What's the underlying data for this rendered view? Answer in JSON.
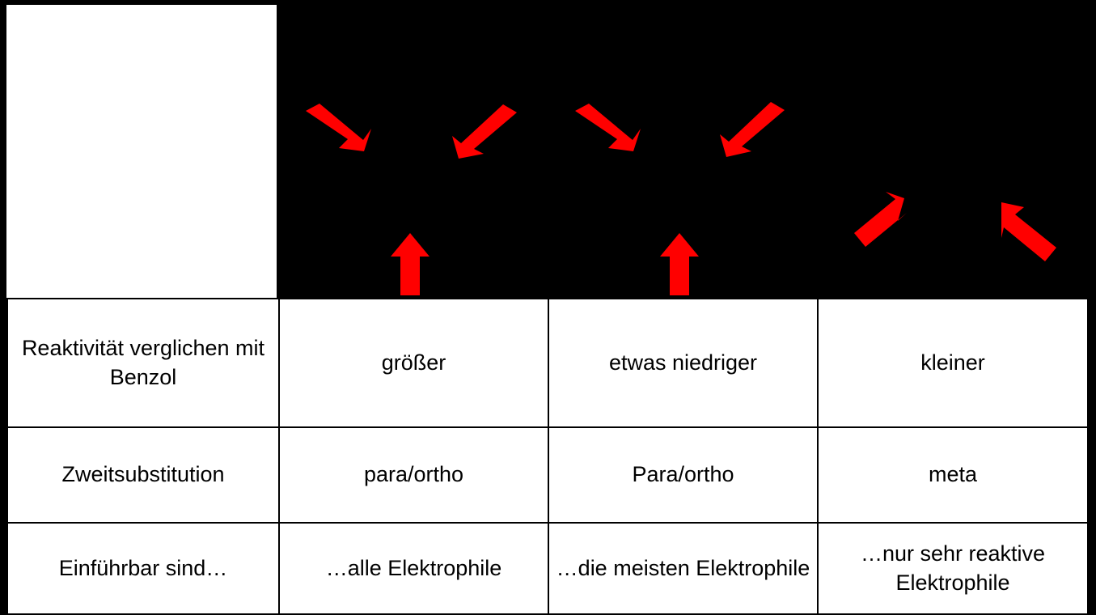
{
  "slide": {
    "background_color": "#000000",
    "accent_color": "#FF0000",
    "table_background": "#FFFFFF",
    "table_border_color": "#000000"
  },
  "diagram": {
    "name": "substituent-effect-arrows",
    "arrows": [
      {
        "id": "arrow-1",
        "direction": "down-right",
        "group": "activating-ortho-para"
      },
      {
        "id": "arrow-2",
        "direction": "down-left",
        "group": "activating-ortho-para"
      },
      {
        "id": "arrow-3",
        "direction": "down-right",
        "group": "weakly-deactivating-ortho-para"
      },
      {
        "id": "arrow-4",
        "direction": "down-left",
        "group": "weakly-deactivating-ortho-para"
      },
      {
        "id": "arrow-5",
        "direction": "up",
        "group": "activating-ortho-para"
      },
      {
        "id": "arrow-6",
        "direction": "up",
        "group": "weakly-deactivating-ortho-para"
      },
      {
        "id": "arrow-7",
        "direction": "up-right",
        "group": "deactivating-meta"
      },
      {
        "id": "arrow-8",
        "direction": "up-left",
        "group": "deactivating-meta"
      }
    ]
  },
  "table": {
    "rows": [
      {
        "label": "Reaktivität verglichen mit Benzol",
        "cells": [
          "größer",
          "etwas niedriger",
          "kleiner"
        ]
      },
      {
        "label": "Zweitsubstitution",
        "cells": [
          "para/ortho",
          "Para/ortho",
          "meta"
        ]
      },
      {
        "label": "Einführbar sind…",
        "cells": [
          "…alle Elektrophile",
          "…die meisten Elektrophile",
          "…nur sehr reaktive Elektrophile"
        ]
      }
    ]
  }
}
